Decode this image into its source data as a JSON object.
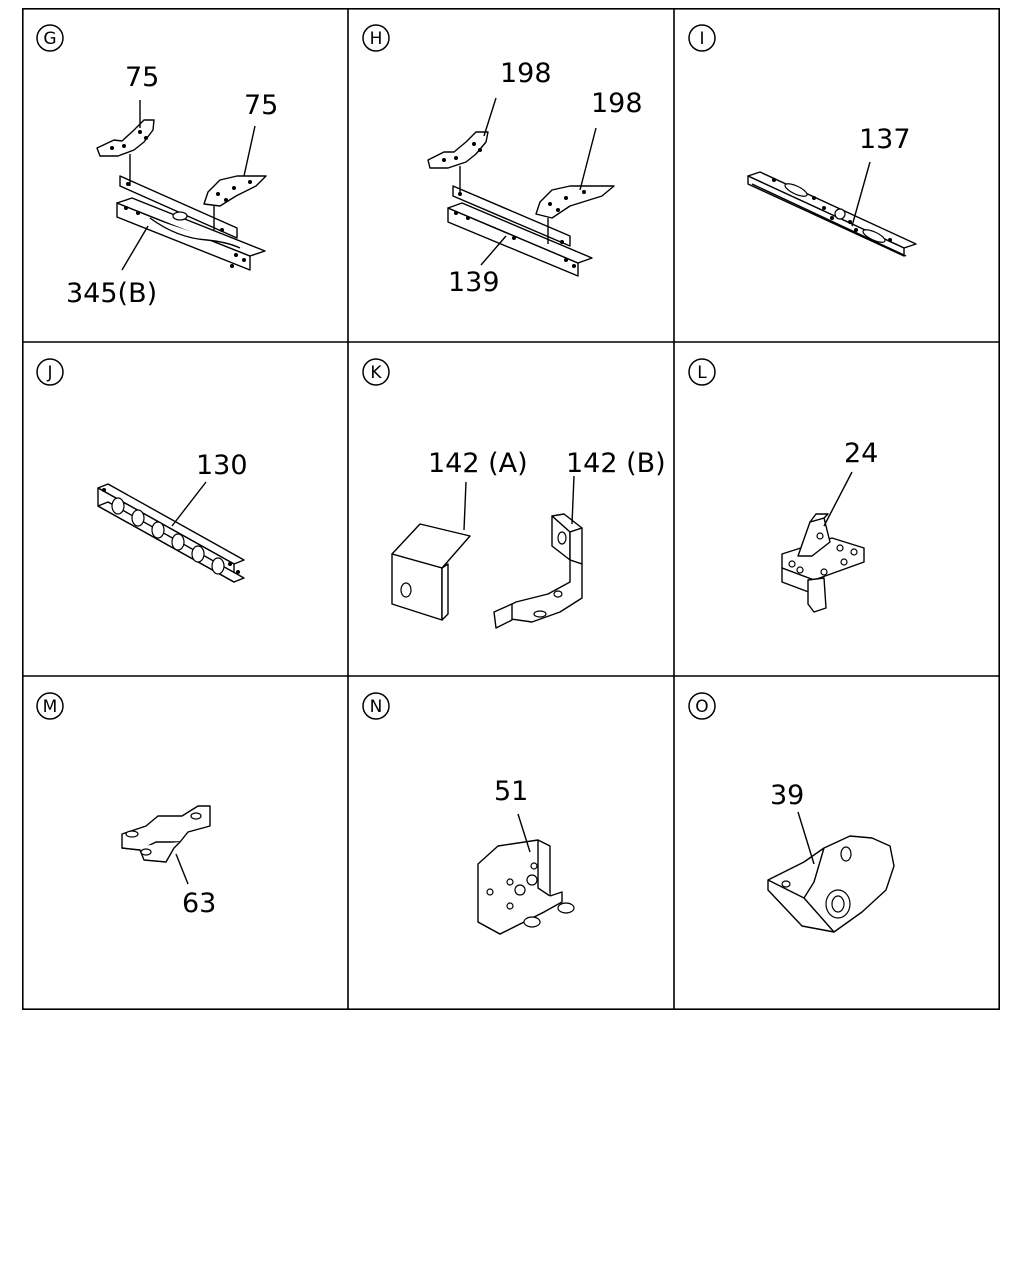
{
  "panels": [
    {
      "letter": "G",
      "labels": [
        "75",
        "75",
        "345(B)"
      ]
    },
    {
      "letter": "H",
      "labels": [
        "198",
        "198",
        "139"
      ]
    },
    {
      "letter": "I",
      "labels": [
        "137"
      ]
    },
    {
      "letter": "J",
      "labels": [
        "130"
      ]
    },
    {
      "letter": "K",
      "labels": [
        "142 (A)",
        "142 (B)"
      ]
    },
    {
      "letter": "L",
      "labels": [
        "24"
      ]
    },
    {
      "letter": "M",
      "labels": [
        "63"
      ]
    },
    {
      "letter": "N",
      "labels": [
        "51"
      ]
    },
    {
      "letter": "O",
      "labels": [
        "39"
      ]
    }
  ]
}
